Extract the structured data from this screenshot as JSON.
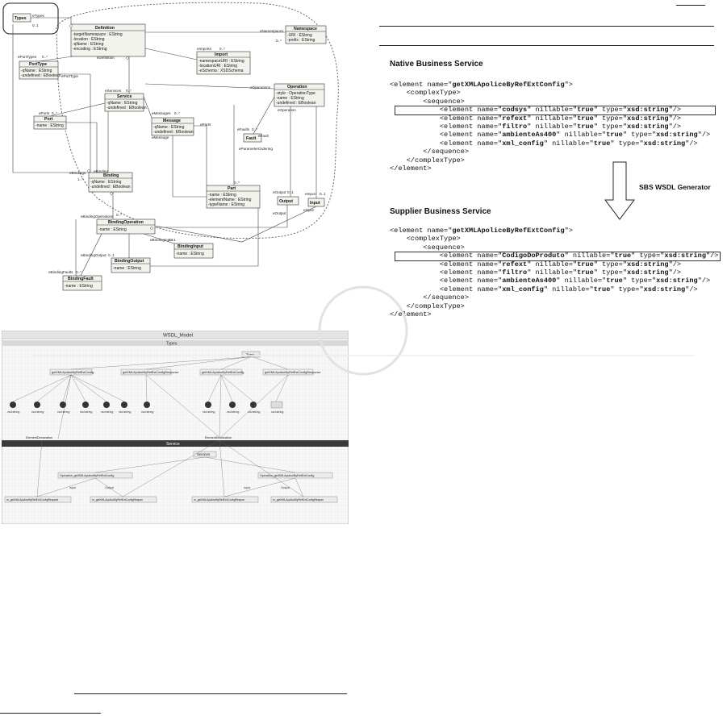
{
  "fig1": {
    "types": {
      "title": "Types",
      "mult": "0..1",
      "role": "eTypes"
    },
    "definition": {
      "title": "Definition",
      "attrs": [
        "-targetNamespace : EString",
        "-location : EString",
        "-qName : EString",
        "-encoding : EString"
      ]
    },
    "namespace": {
      "title": "Namespace",
      "attrs": [
        "-URI : EString",
        "-prefix : EString"
      ],
      "role": "eNamespaces",
      "mult": "0..*"
    },
    "porttype": {
      "title": "PortType",
      "attrs": [
        "-qName : EString",
        "-undefined : EBoolean"
      ],
      "role": "ePortTypes",
      "mult": "0..*"
    },
    "import": {
      "title": "Import",
      "attrs": [
        "-namespaceURI : EString",
        "-locationURI : EString",
        "-eSchema : XSDSchema"
      ],
      "role": "eImports",
      "mult": "0..*"
    },
    "operation": {
      "title": "Operation",
      "attrs": [
        "-style : OperationType",
        "-name : EString",
        "-undefined : EBoolean"
      ],
      "role": "eOperations"
    },
    "service": {
      "title": "Service",
      "attrs": [
        "-qName : EString",
        "-undefined : EBoolean"
      ],
      "role": "eServices",
      "mult": "0..*"
    },
    "port": {
      "title": "Port",
      "attrs": [
        "-name : EString"
      ],
      "role": "ePorts",
      "mult": "0..*"
    },
    "message": {
      "title": "Message",
      "attrs": [
        "-qName : EString",
        "-undefined : EBoolean"
      ],
      "role": "eMessages",
      "mult": "0..*"
    },
    "fault": {
      "title": "Fault",
      "role": "eFaults",
      "mult": "0..*",
      "ref": "eFault"
    },
    "binding": {
      "title": "Binding",
      "attrs": [
        "-qName : EString",
        "-undefined : EBoolean"
      ],
      "role": "eBindings",
      "mult": "1..*"
    },
    "part": {
      "title": "Part",
      "attrs": [
        "-name : EString",
        "-elementName : EString",
        "-typeName : EString"
      ],
      "role": "eParts",
      "mult": "0..*"
    },
    "output": {
      "title": "Output",
      "role": "eOutput",
      "mult": "0..1"
    },
    "input": {
      "title": "Input",
      "role": "eInput",
      "mult": "0..1"
    },
    "bindingoperation": {
      "title": "BindingOperation",
      "attrs": [
        "-name : EString"
      ],
      "role": "eBindingOperations",
      "mult": "0..*"
    },
    "bindinginput": {
      "title": "BindingInput",
      "attrs": [
        "-name : EString"
      ],
      "role": "eBindingInput",
      "mult": "0..1"
    },
    "bindingoutput": {
      "title": "BindingOutput",
      "attrs": [
        "-name : EString"
      ],
      "role": "eBindingOutput",
      "mult": "0..1"
    },
    "bindingfault": {
      "title": "BindingFault",
      "attrs": [
        "-name : EString"
      ],
      "role": "eBindingFaults",
      "mult": "0..*"
    },
    "extra_roles": [
      "eDefinition",
      "ePortType",
      "eBinding",
      "eMessage",
      "eParameterOrdering",
      "eOperation",
      "eOutput",
      "eInput"
    ]
  },
  "fig2": {
    "title": "WSDL_Model",
    "types_band": "Types",
    "service_band": "Service",
    "root_node": "Type",
    "elem_nodes": [
      "getXMLApoliceByRefExtConfig",
      "getXMLApoliceByRefExtConfigResponse",
      "getXMLApoliceByRefExtConfig",
      "getXMLApoliceByRefExtConfigResponse"
    ],
    "leaf_label": "xsd:string",
    "decl_left": "ElementDeclaration",
    "decl_mid": "ElementDeclaration",
    "services_node": "Services",
    "op_left": "Operation_getXMLApoliceByRefExtConfig",
    "op_right": "Operation_getXMLApoliceByRefExtConfig",
    "msg_nodes": [
      "m_getXMLApoliceByRefExtConfigRequest",
      "m_getXMLApoliceByRefExtConfigRespon",
      "m_getXMLApoliceByRefExtConfigRespon",
      "m_getXMLApoliceByRefExtConfigRespon"
    ],
    "in_label": "Input",
    "out_label": "Output"
  },
  "code": {
    "native_title": "Native Business Service",
    "supplier_title": "Supplier Business Service",
    "generator_label": "SBS WSDL Generator",
    "element_open_a": "getXMLApoliceByRefExtConfig",
    "complex_open": "<complexType>",
    "seq_open": "<sequence>",
    "seq_close": "</sequence>",
    "complex_close": "</complexType>",
    "element_close": "</element>",
    "native_fields": [
      "codsys",
      "refext",
      "filtro",
      "ambienteAs400",
      "xml_config"
    ],
    "supplier_fields": [
      "CodigoDoProduto",
      "refext",
      "filtro",
      "ambienteAs400",
      "xml_config"
    ],
    "nillable": "true",
    "type": "xsd:string"
  }
}
